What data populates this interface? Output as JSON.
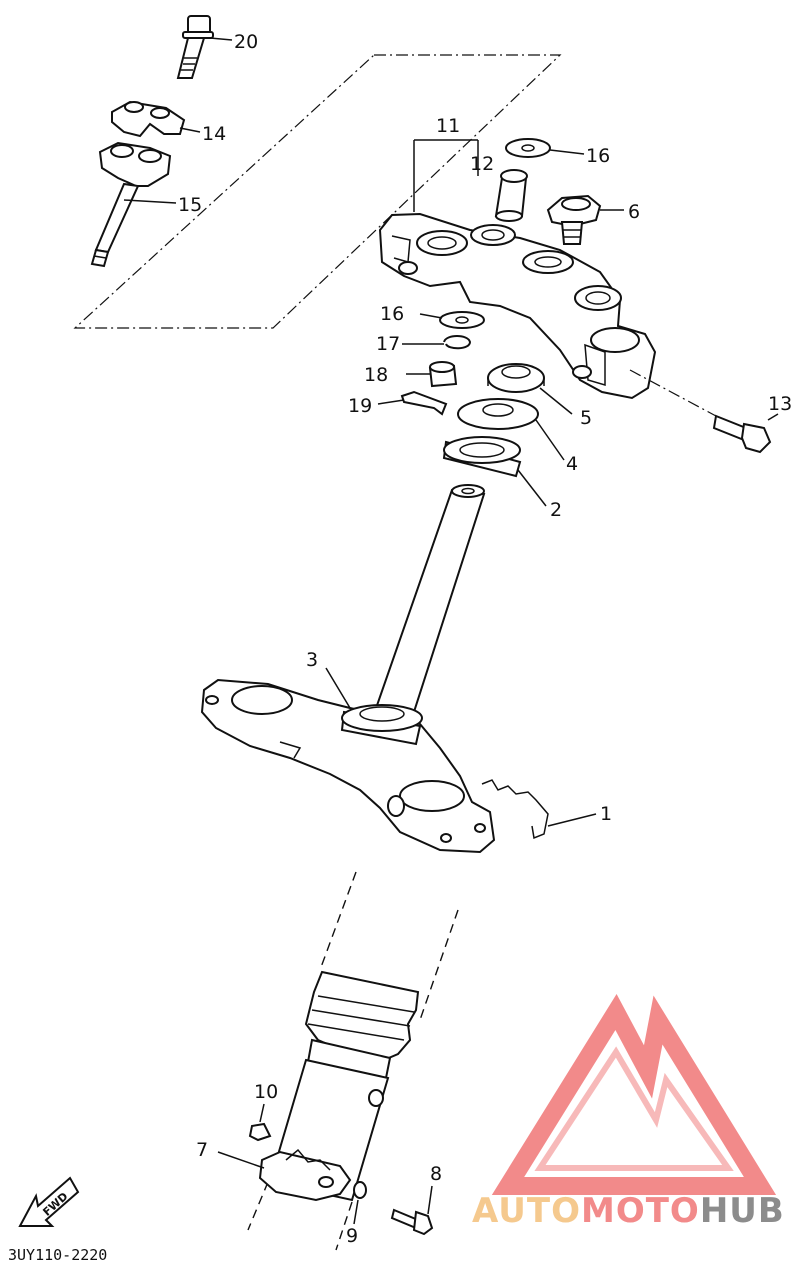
{
  "diagram_code": "3UY110-2220",
  "fwd_label": "FWD",
  "logo": {
    "part1": "AUTO",
    "part2": "MOTO",
    "part3": "HUB",
    "colors": {
      "light": "#f5c98e",
      "red": "#f28a8a",
      "gray": "#8c8c8c"
    }
  },
  "callouts": {
    "n1": "1",
    "n2": "2",
    "n3": "3",
    "n4": "4",
    "n5": "5",
    "n6": "6",
    "n7": "7",
    "n8": "8",
    "n9": "9",
    "n10": "10",
    "n11": "11",
    "n12": "12",
    "n13": "13",
    "n14": "14",
    "n15": "15",
    "n16a": "16",
    "n16b": "16",
    "n17": "17",
    "n18": "18",
    "n19": "19",
    "n20": "20"
  }
}
